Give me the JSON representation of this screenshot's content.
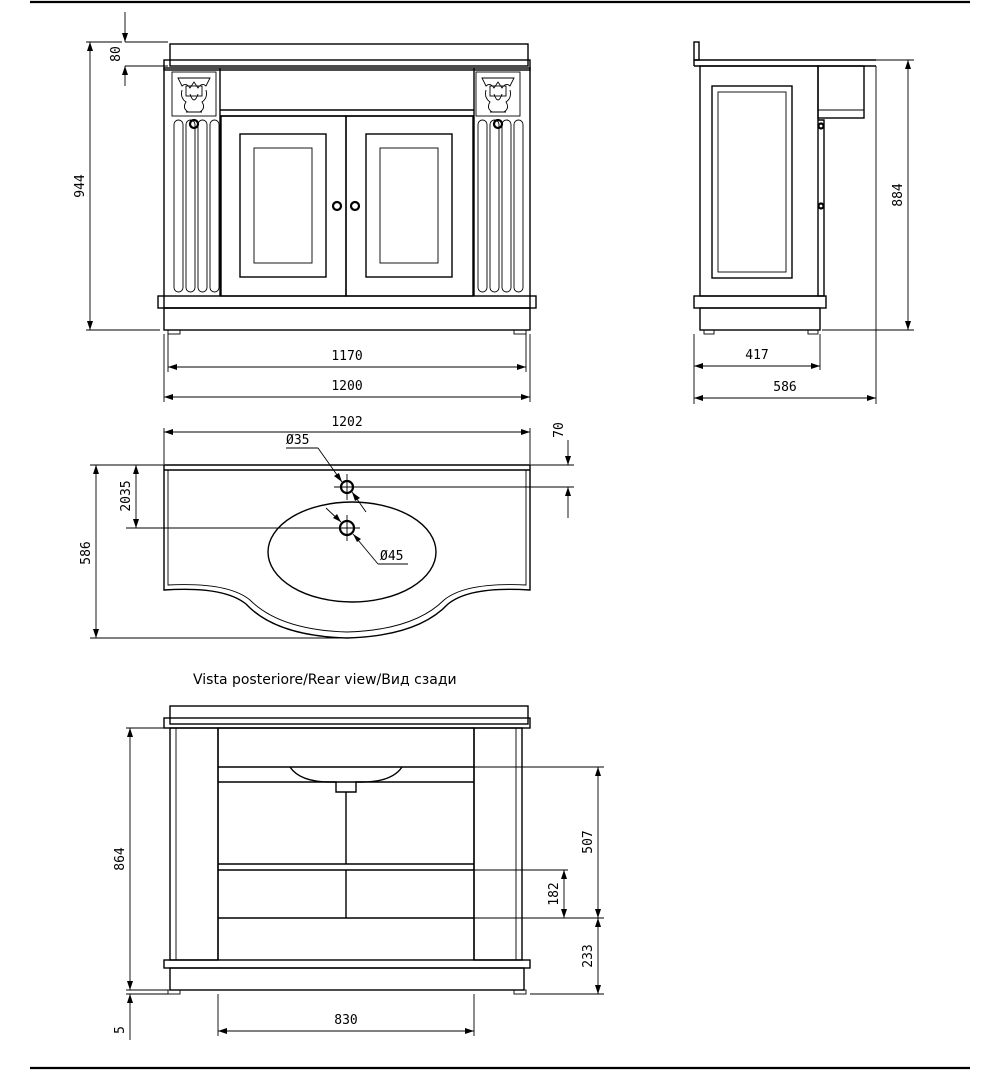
{
  "front": {
    "dims": {
      "d80": "80",
      "d944": "944",
      "d1170": "1170",
      "d1200": "1200"
    }
  },
  "side": {
    "dims": {
      "d884": "884",
      "d417": "417",
      "d586": "586"
    }
  },
  "top": {
    "dims": {
      "d1202": "1202",
      "d70": "70",
      "dia35": "Ø35",
      "d2035": "2035",
      "d586": "586",
      "dia45": "Ø45"
    }
  },
  "rear": {
    "caption": "Vista posteriore/Rear view/Вид сзади",
    "dims": {
      "d864": "864",
      "d507": "507",
      "d182": "182",
      "d233": "233",
      "d5": "5",
      "d830": "830"
    }
  }
}
